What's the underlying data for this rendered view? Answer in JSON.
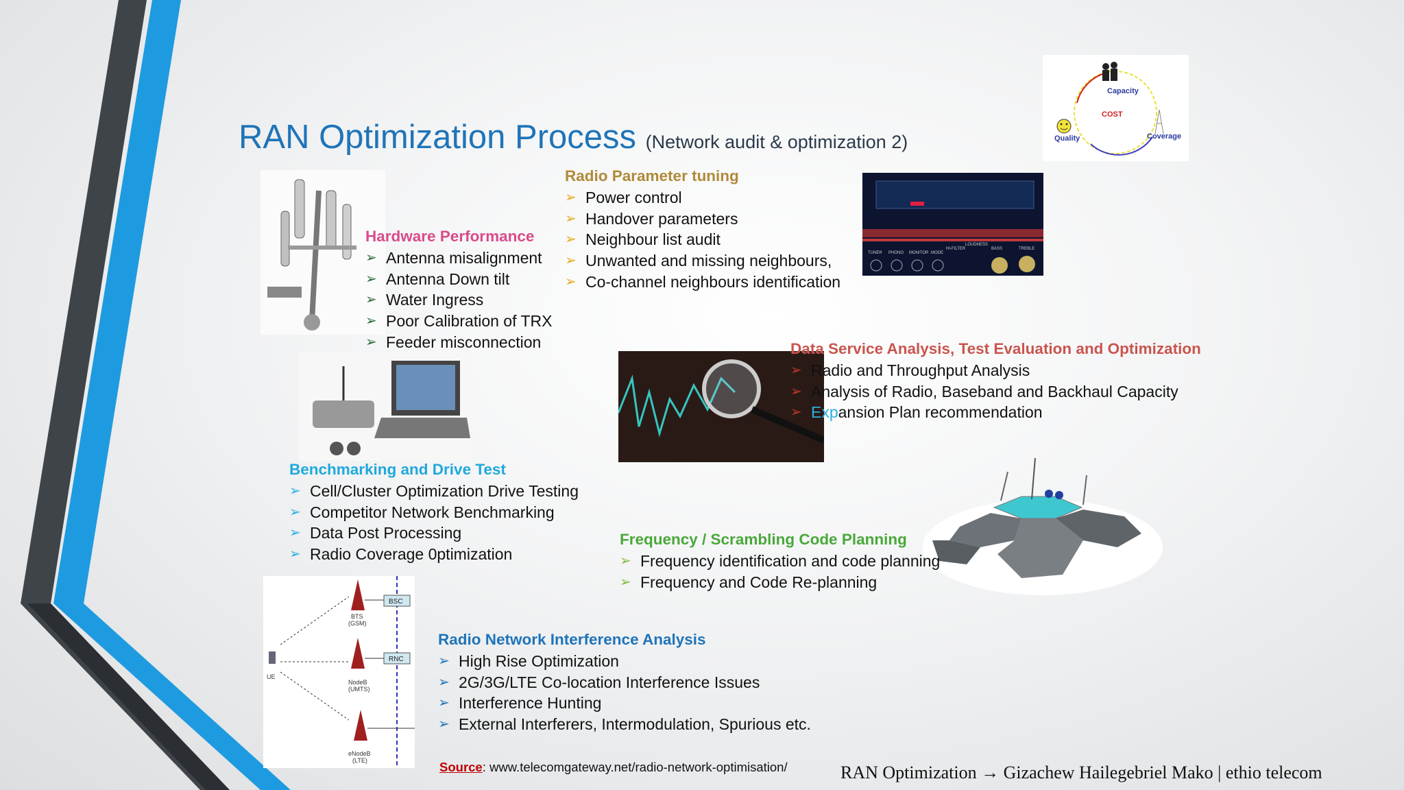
{
  "title": {
    "main": "RAN Optimization Process",
    "sub": "(Network audit & optimization 2)"
  },
  "cost_diagram": {
    "capacity": "Capacity",
    "cost": "COST",
    "quality": "Quality",
    "coverage": "Coverage"
  },
  "sections": {
    "hardware": {
      "heading": "Hardware Performance",
      "color": "#d94b8a",
      "items": [
        "Antenna misalignment",
        "Antenna Down tilt",
        "Water Ingress",
        "Poor Calibration of TRX",
        "Feeder misconnection"
      ]
    },
    "radio_param": {
      "heading": "Radio Parameter tuning",
      "color": "#b08a3a",
      "items": [
        "Power control",
        "Handover parameters",
        "Neighbour list audit",
        "Unwanted and missing neighbours,",
        "Co-channel neighbours identification"
      ]
    },
    "data_service": {
      "heading": "Data Service Analysis, Test Evaluation and Optimization",
      "color": "#c8554e",
      "items": [
        "Radio and Throughput Analysis",
        "Analysis of Radio, Baseband and Backhaul Capacity"
      ],
      "expansion_a": "Exp",
      "expansion_b": "ansion Plan recommendation"
    },
    "benchmarking": {
      "heading": "Benchmarking and Drive Test",
      "color": "#1fa9dc",
      "items": [
        "Cell/Cluster Optimization Drive Testing",
        "Competitor Network Benchmarking",
        "Data Post Processing",
        "Radio Coverage 0ptimization"
      ]
    },
    "frequency": {
      "heading": "Frequency / Scrambling Code Planning",
      "color": "#4aa83a",
      "items": [
        "Frequency identification and code planning",
        "Frequency and Code Re-planning"
      ]
    },
    "interference": {
      "heading": "Radio Network Interference Analysis",
      "color": "#1f74b8",
      "items": [
        "High Rise Optimization",
        "2G/3G/LTE Co-location Interference Issues",
        "Interference Hunting",
        "External Interferers, Intermodulation, Spurious etc."
      ]
    }
  },
  "network_diagram": {
    "bsc": "BSC",
    "rnc": "RNC",
    "bts": "BTS",
    "gsm": "(GSM)",
    "nodeb": "NodeB",
    "umts": "(UMTS)",
    "enodeb": "eNodeB",
    "lte": "(LTE)",
    "ue": "UE"
  },
  "radio_panel": {
    "labels": [
      "TUNER",
      "PHONO",
      "MONITOR",
      "MODE",
      "HI-FILTER",
      "LOUDNESS",
      "BASS",
      "TREBLE"
    ]
  },
  "source": {
    "label": "Source",
    "url": ": www.telecomgateway.net/radio-network-optimisation/"
  },
  "footer": {
    "text": "RAN Optimization → Gizachew Hailegebriel Mako | ethio telecom"
  },
  "colors": {
    "title": "#1f74b8",
    "stripe_blue": "#1f9fe0",
    "stripe_dark": "#3a3f44"
  }
}
